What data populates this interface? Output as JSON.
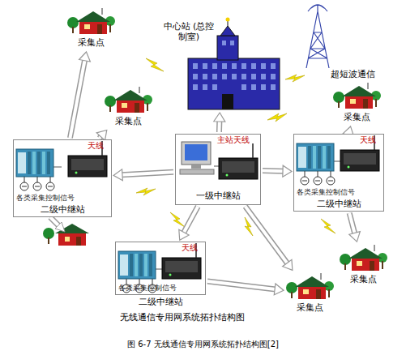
{
  "diagram": {
    "caption": "图 6-7 无线通信专用网系统拓扑结构图[2]",
    "nodes": [
      {
        "text": [
          "中心站 (总控制室)"
        ]
      },
      {
        "text": [
          "采集点"
        ]
      },
      {
        "text": [
          "采集点"
        ]
      },
      {
        "text": [
          "采集点"
        ]
      },
      {
        "text": [
          "天线",
          "各类采集控制信号",
          "二级中继站"
        ]
      },
      {
        "text": [
          "主站天线",
          "一级中继站"
        ]
      },
      {
        "text": [
          "天线",
          "各类采集控制信号",
          "二级中继站"
        ]
      },
      {
        "text": [
          "天线",
          "各类采集控制信号",
          "二级中继站"
        ]
      },
      {
        "text": [
          "采集点"
        ]
      },
      {
        "text": [
          "采集点"
        ]
      }
    ],
    "edges": [
      {
        "from": 5,
        "to": 0,
        "arrow": "to"
      },
      {
        "from": 5,
        "to": 4,
        "arrow": "to"
      },
      {
        "from": 5,
        "to": 6,
        "arrow": "to"
      },
      {
        "from": 5,
        "to": 7,
        "arrow": "to"
      },
      {
        "from": 5,
        "to": 9,
        "arrow": "to"
      },
      {
        "from": 4,
        "to": 1,
        "arrow": "to"
      },
      {
        "from": 4,
        "to": 2,
        "arrow": "to"
      },
      {
        "from": 6,
        "to": 3,
        "arrow": "to"
      },
      {
        "from": 6,
        "to": 8,
        "arrow": "to"
      },
      {
        "from": 7,
        "to": 9,
        "arrow": "to"
      }
    ],
    "labels": [
      "超短波通信",
      "无线通信专用网系统拓扑结构图"
    ]
  }
}
